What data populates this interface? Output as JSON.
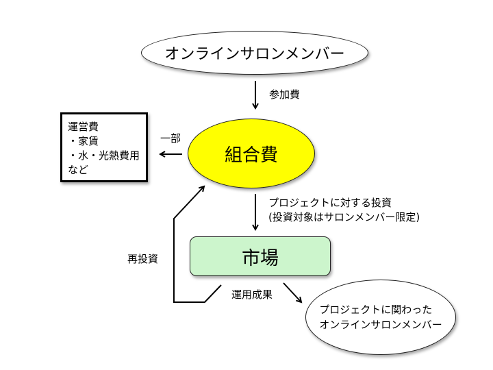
{
  "nodes": {
    "top_members": "オンラインサロンメンバー",
    "union_fee": "組合費",
    "market": "市場",
    "expenses": {
      "lines": [
        "運営費",
        "・家賃",
        "・水・光熱費用",
        "など"
      ]
    },
    "project_members": {
      "lines": [
        "プロジェクトに関わった",
        "オンラインサロンメンバー"
      ]
    }
  },
  "edges": {
    "participation_fee": "参加費",
    "portion": "一部",
    "investment": {
      "lines": [
        "プロジェクトに対する投資",
        "(投資対象はサロンメンバー限定)"
      ]
    },
    "reinvestment": "再投資",
    "results": "運用成果"
  },
  "colors": {
    "union_fee_fill": "#ffff00",
    "market_fill": "#ccf5cc",
    "stroke": "#000000"
  }
}
